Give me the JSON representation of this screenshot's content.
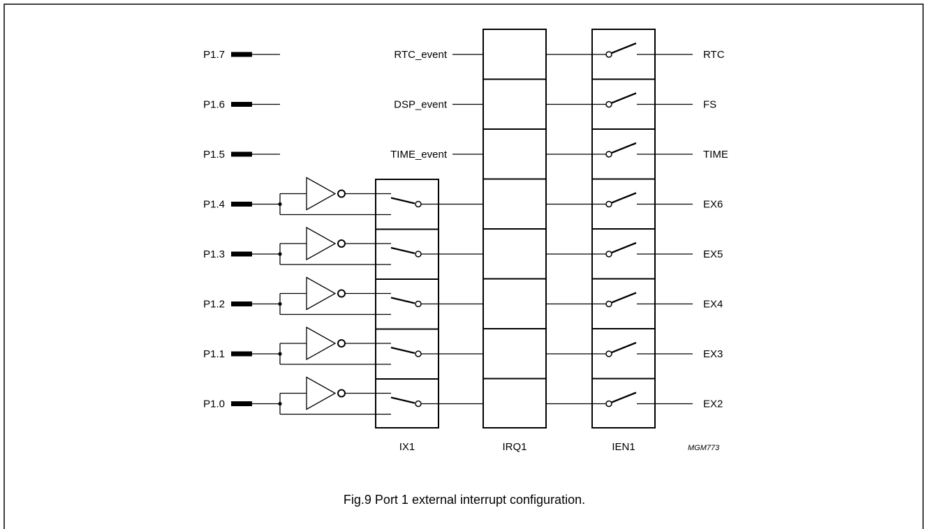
{
  "ports": [
    "P1.7",
    "P1.6",
    "P1.5",
    "P1.4",
    "P1.3",
    "P1.2",
    "P1.1",
    "P1.0"
  ],
  "events": [
    "RTC_event",
    "DSP_event",
    "TIME_event"
  ],
  "outputs": [
    "RTC",
    "FS",
    "TIME",
    "EX6",
    "EX5",
    "EX4",
    "EX3",
    "EX2"
  ],
  "registers": {
    "ix": "IX1",
    "irq": "IRQ1",
    "ien": "IEN1"
  },
  "figure_code": "MGM773",
  "caption": "Fig.9  Port 1 external interrupt configuration."
}
